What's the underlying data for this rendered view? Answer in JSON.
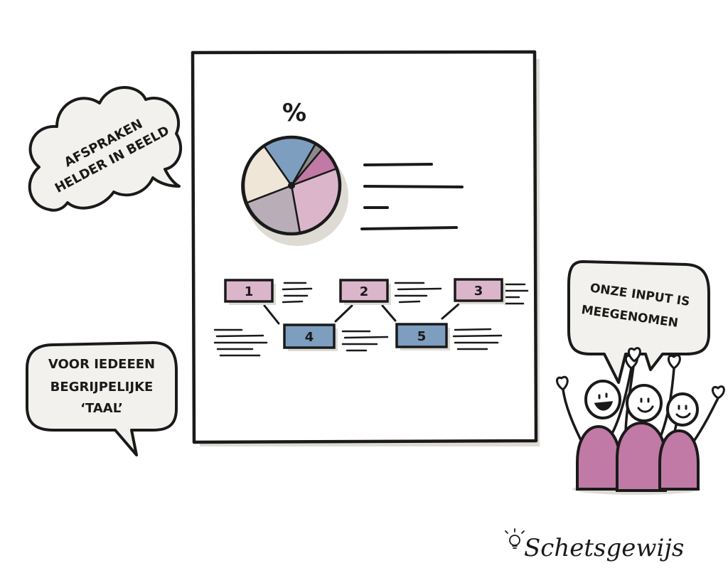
{
  "colors": {
    "ink": "#1a1a1a",
    "shadow": "#dedbd5",
    "bubble_fill": "#f3f1ee",
    "pink": "#dbb6cb",
    "blue": "#7d9ebf",
    "magenta": "#c07aa5",
    "cream": "#efe6d8",
    "mauve": "#b9adb8",
    "grey": "#8a8a8a",
    "people": "#c07aa5"
  },
  "bubbles": {
    "top_left": {
      "line1": "AFSPRAKEN",
      "line2": "HELDER IN BEELD"
    },
    "bottom_left": {
      "line1": "VOOR IEDEEEN",
      "line2": "BEGRIJPELIJKE",
      "line3": "‘TAAL’"
    },
    "right": {
      "line1": "ONZE INPUT IS",
      "line2": "MEEGENOMEN"
    }
  },
  "document": {
    "percent_symbol": "%",
    "pie_slices": [
      {
        "color": "#7d9ebf"
      },
      {
        "color": "#8a8a8a"
      },
      {
        "color": "#c07aa5"
      },
      {
        "color": "#dbb6cb"
      },
      {
        "color": "#b9adb8"
      },
      {
        "color": "#efe6d8"
      }
    ],
    "steps": [
      {
        "label": "1",
        "color": "#dbb6cb"
      },
      {
        "label": "2",
        "color": "#dbb6cb"
      },
      {
        "label": "3",
        "color": "#dbb6cb"
      },
      {
        "label": "4",
        "color": "#7d9ebf"
      },
      {
        "label": "5",
        "color": "#7d9ebf"
      }
    ]
  },
  "people": {
    "icon": "cheering-people-icon"
  },
  "signature": {
    "text": "Schetsgewijs",
    "icon": "lightbulb-icon"
  }
}
